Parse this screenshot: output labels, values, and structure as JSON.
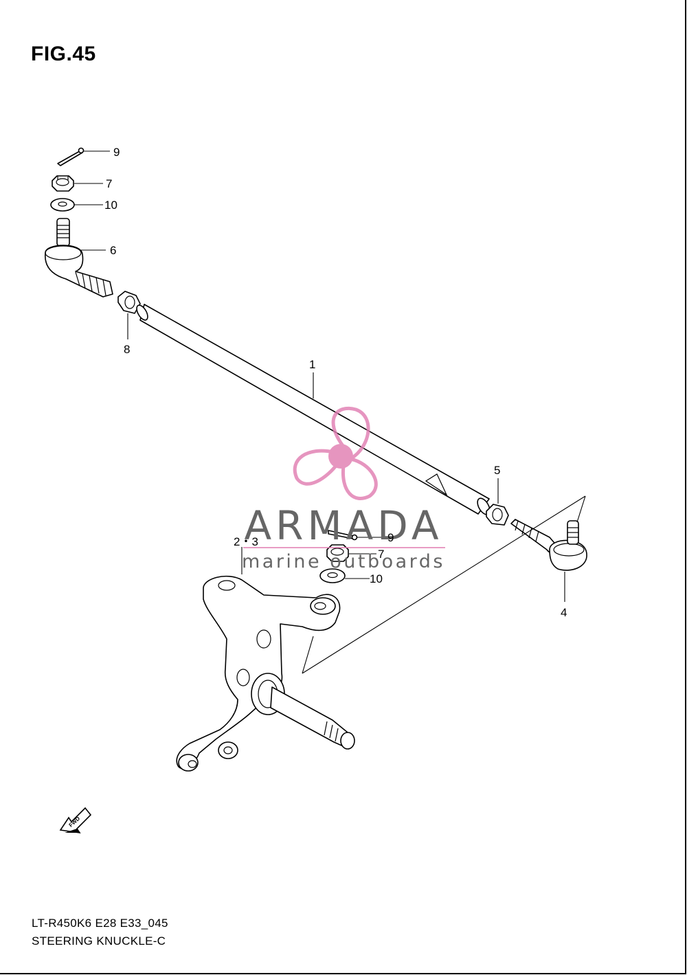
{
  "figure": {
    "title": "FIG.45"
  },
  "callouts": [
    {
      "id": "c1",
      "text": "1"
    },
    {
      "id": "c23",
      "text": "2・3"
    },
    {
      "id": "c4",
      "text": "4"
    },
    {
      "id": "c5",
      "text": "5"
    },
    {
      "id": "c6",
      "text": "6"
    },
    {
      "id": "c7a",
      "text": "7"
    },
    {
      "id": "c7b",
      "text": "7"
    },
    {
      "id": "c8",
      "text": "8"
    },
    {
      "id": "c9a",
      "text": "9"
    },
    {
      "id": "c9b",
      "text": "9"
    },
    {
      "id": "c10a",
      "text": "10"
    },
    {
      "id": "c10b",
      "text": "10"
    }
  ],
  "fwd_badge": {
    "text": "FWD"
  },
  "watermark": {
    "brand": "ARMADA",
    "tagline": "marine outboards",
    "color": "#e07bb0"
  },
  "footer": {
    "model_code": "LT-R450K6 E28 E33_045",
    "name": "STEERING KNUCKLE-C"
  }
}
